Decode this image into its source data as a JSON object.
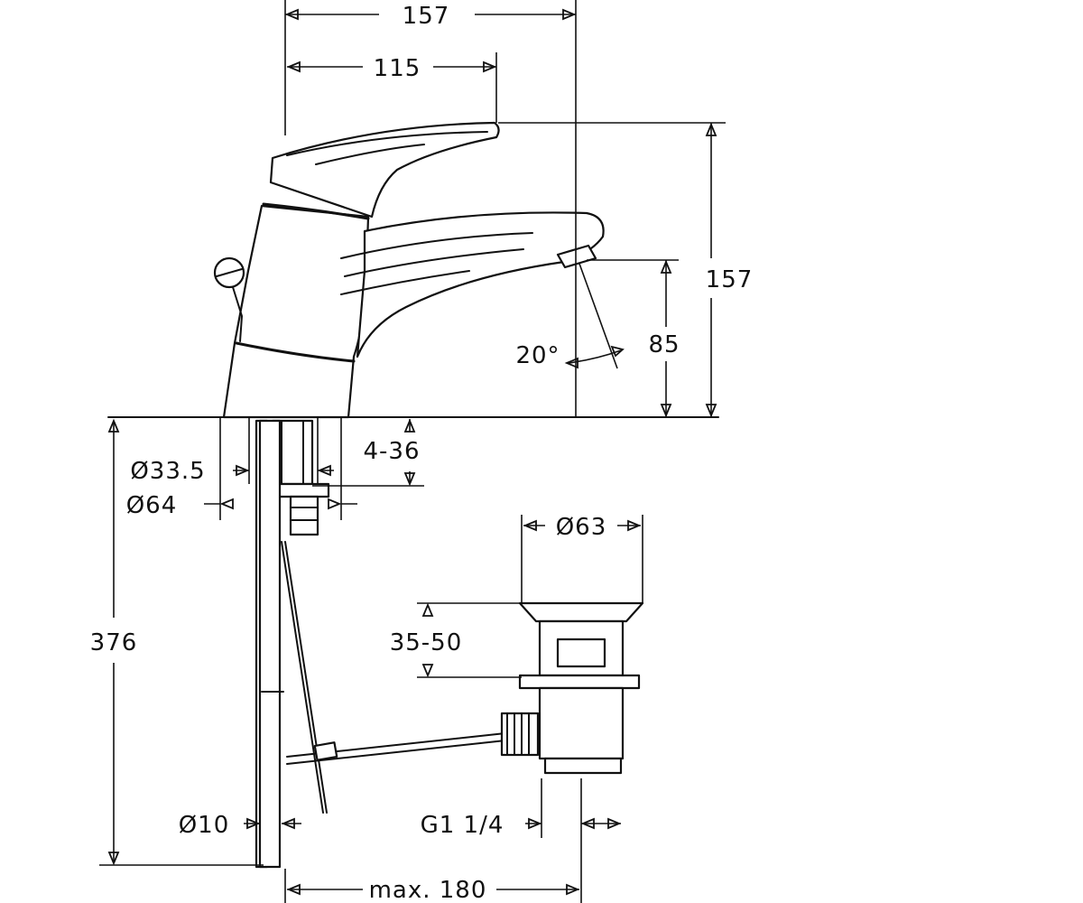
{
  "dimensions": {
    "overall_reach": "157",
    "spout_reach": "115",
    "overall_height": "157",
    "spout_height": "85",
    "spout_angle": "20°",
    "mounting_hole": "Ø33.5",
    "base_diameter": "Ø64",
    "deck_thickness": "4-36",
    "drain_diameter": "Ø63",
    "drain_adjust": "35-50",
    "rod_length": "376",
    "rod_diameter": "Ø10",
    "drain_thread": "G1 1/4",
    "max_reach": "max. 180"
  }
}
